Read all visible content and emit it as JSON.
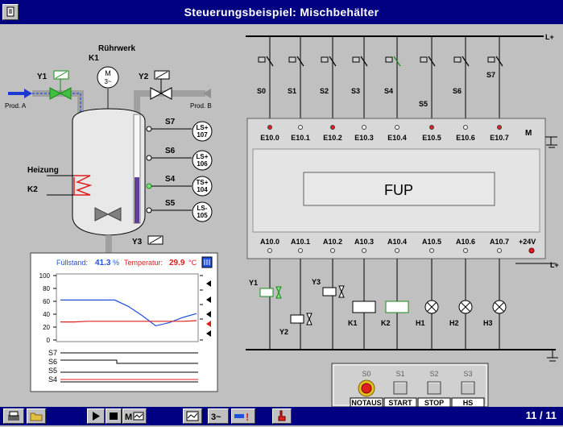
{
  "window": {
    "title": "Steuerungsbeispiel: Mischbehälter"
  },
  "tank": {
    "agitator_label": "Rührwerk",
    "agitator_id": "K1",
    "motor_symbol_top": "M",
    "motor_symbol_bottom": "3~",
    "valve_in_a": "Y1",
    "valve_in_b": "Y2",
    "valve_out": "Y3",
    "inlet_a": "Prod. A",
    "inlet_b": "Prod. B",
    "heater_label": "Heizung",
    "heater_id": "K2",
    "switches": [
      {
        "id": "S7",
        "sensor_top": "LS+",
        "sensor_bottom": "107"
      },
      {
        "id": "S6",
        "sensor_top": "LS+",
        "sensor_bottom": "106"
      },
      {
        "id": "S4",
        "sensor_top": "TS+",
        "sensor_bottom": "104"
      },
      {
        "id": "S5",
        "sensor_top": "LS-",
        "sensor_bottom": "105"
      }
    ]
  },
  "trend": {
    "fill_label": "Füllstand:",
    "fill_value": "41.3",
    "fill_unit": "%",
    "temp_label": "Temperatur:",
    "temp_value": "29.9",
    "temp_unit": "°C",
    "y_ticks": [
      "100",
      "80",
      "60",
      "40",
      "20",
      "0"
    ],
    "digital_rows": [
      "S7",
      "S6",
      "S5",
      "S4"
    ]
  },
  "plc": {
    "rail_top": "L+",
    "rail_bottom": "L+",
    "ground_label": "M",
    "supply_label": "+24V",
    "block_label": "FUP",
    "input_switches": [
      "S0",
      "S1",
      "S2",
      "S3",
      "S4",
      "S5",
      "S6",
      "S7"
    ],
    "inputs": [
      "E10.0",
      "E10.1",
      "E10.2",
      "E10.3",
      "E10.4",
      "E10.5",
      "E10.6",
      "E10.7"
    ],
    "input_states": [
      true,
      false,
      true,
      false,
      false,
      true,
      false,
      true
    ],
    "outputs": [
      "A10.0",
      "A10.1",
      "A10.2",
      "A10.3",
      "A10.4",
      "A10.5",
      "A10.6",
      "A10.7"
    ],
    "output_loads": [
      "Y1",
      "Y2",
      "Y3",
      "K1",
      "K2",
      "H1",
      "H2",
      "H3"
    ]
  },
  "panel": {
    "buttons": [
      {
        "id": "S0",
        "label": "NOTAUS"
      },
      {
        "id": "S1",
        "label": "START"
      },
      {
        "id": "S2",
        "label": "STOP"
      },
      {
        "id": "S3",
        "label": "HS"
      }
    ]
  },
  "statusbar": {
    "page": "11 / 11"
  },
  "chart_data": {
    "type": "line",
    "x": [
      0,
      1,
      2,
      3,
      4,
      5,
      6,
      7,
      8,
      9,
      10
    ],
    "series": [
      {
        "values": [
          62,
          62,
          62,
          62,
          62,
          52,
          38,
          22,
          27,
          35,
          41
        ]
      },
      {
        "values": [
          28,
          28,
          29,
          29,
          29,
          29,
          29,
          29,
          29,
          29,
          30
        ]
      }
    ],
    "ylim": [
      0,
      100
    ],
    "colors": [
      "#2050e0",
      "#e02020"
    ],
    "grid": false
  }
}
